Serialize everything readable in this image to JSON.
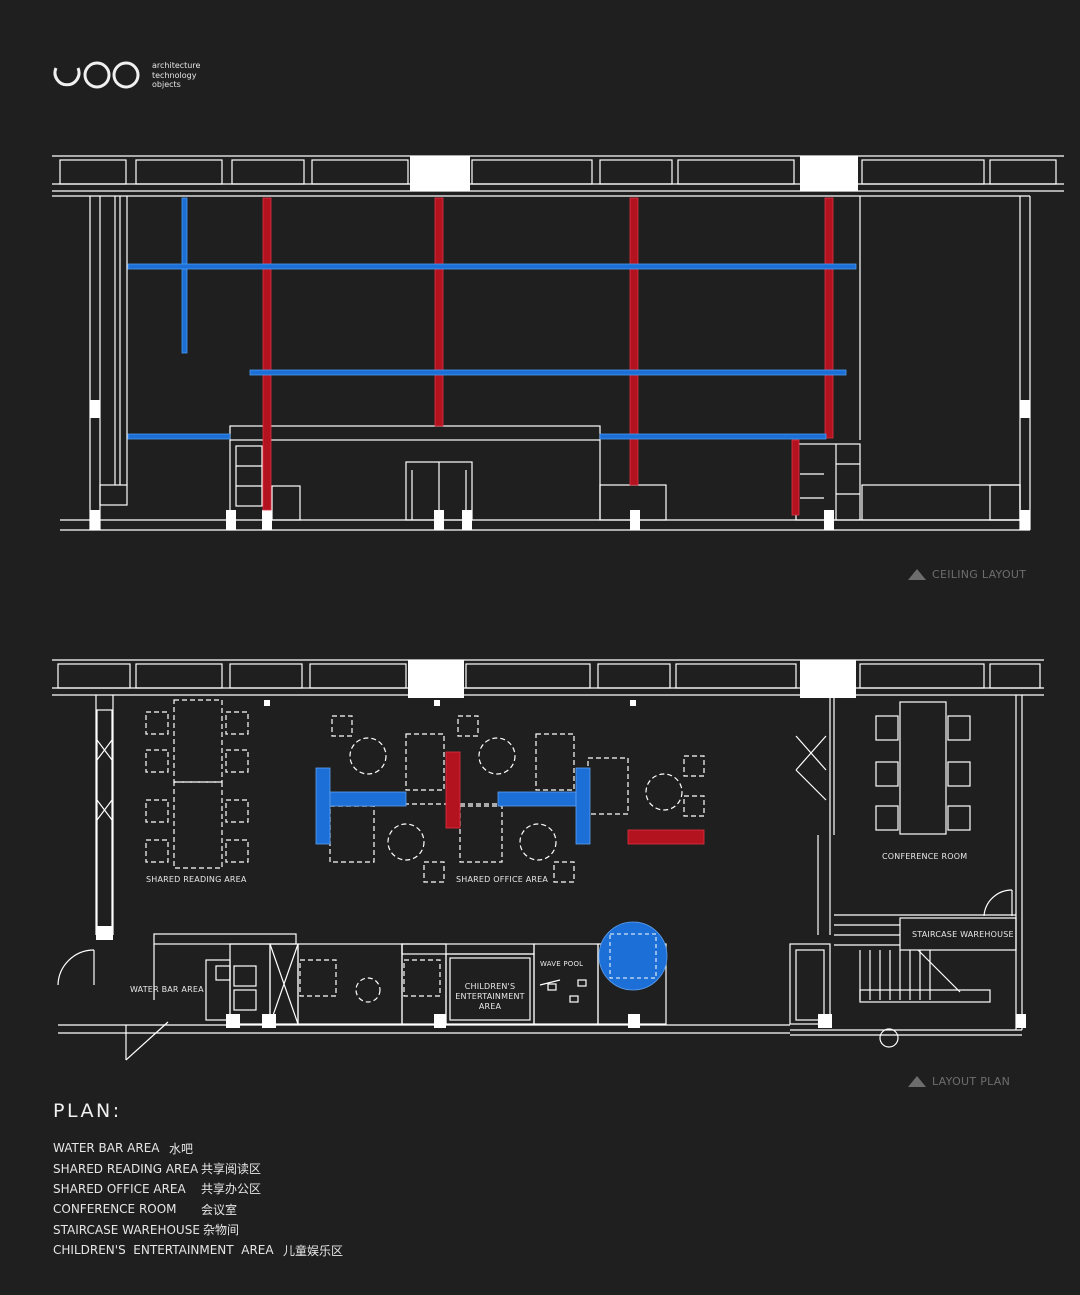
{
  "brand": {
    "logo_name": "ooo-logo",
    "tagline": [
      "architecture",
      "technology",
      "objects"
    ]
  },
  "captions": {
    "ceiling": "CEILING LAYOUT",
    "layout": "LAYOUT PLAN"
  },
  "rooms": {
    "shared_reading": "SHARED READING AREA",
    "shared_office": "SHARED OFFICE AREA",
    "conference": "CONFERENCE ROOM",
    "staircase": "STAIRCASE WAREHOUSE",
    "water_bar": "WATER BAR AREA",
    "children_l1": "CHILDREN'S",
    "children_l2": "ENTERTAINMENT",
    "children_l3": "AREA",
    "wave_pool": "WAVE POOL"
  },
  "legend": {
    "title": "PLAN:",
    "items": [
      {
        "en": "WATER BAR AREA",
        "zh": "水吧"
      },
      {
        "en": "SHARED READING AREA",
        "zh": "共享阅读区"
      },
      {
        "en": "SHARED OFFICE AREA",
        "zh": "共享办公区"
      },
      {
        "en": "CONFERENCE ROOM",
        "zh": "会议室"
      },
      {
        "en": "STAIRCASE WAREHOUSE",
        "zh": "杂物间"
      },
      {
        "en": "CHILDREN'S  ENTERTAINMENT  AREA",
        "zh": "儿童娱乐区"
      }
    ]
  },
  "colors": {
    "background": "#1f1f1f",
    "line": "#ffffff",
    "red": "#b3121f",
    "blue": "#1c6fd6"
  }
}
